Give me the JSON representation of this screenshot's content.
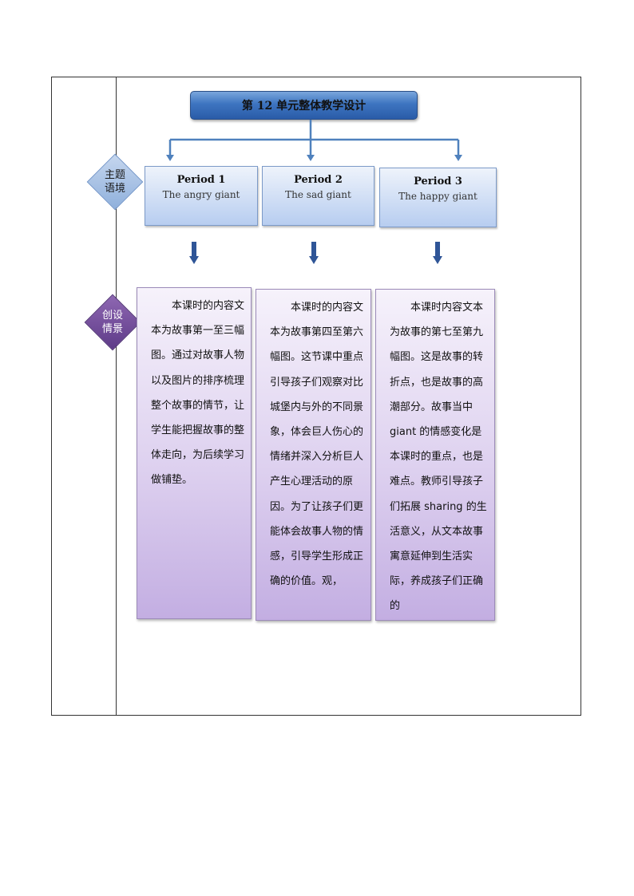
{
  "title": "第 12 单元整体教学设计",
  "labels": {
    "theme": "主题\n语境",
    "scenario": "创设\n情景"
  },
  "periods": [
    {
      "title": "Period 1",
      "subtitle": "The angry giant"
    },
    {
      "title": "Period 2",
      "subtitle": "The sad giant"
    },
    {
      "title": "Period 3",
      "subtitle": "The happy giant"
    }
  ],
  "contents": [
    "本课时的内容文本为故事第一至三幅图。通过对故事人物以及图片的排序梳理整个故事的情节，让学生能把握故事的整体走向，为后续学习做铺垫。",
    "本课时的内容文本为故事第四至第六幅图。这节课中重点引导孩子们观察对比城堡内与外的不同景象，体会巨人伤心的情绪并深入分析巨人产生心理活动的原因。为了让孩子们更能体会故事人物的情感，引导学生形成正确的价值。观，",
    "本课时内容文本为故事的第七至第九幅图。这是故事的转折点，也是故事的高潮部分。故事当中giant 的情感变化是本课时的重点，也是难点。教师引导孩子们拓展 sharing 的生活意义，从文本故事寓意延伸到生活实际，养成孩子们正确的"
  ],
  "colors": {
    "title_fill": "#3d74c0",
    "period_fill": "#b7cdf0",
    "content_fill": "#ddd0ef",
    "connector": "#4f81bd",
    "down_arrow": "#2f5597"
  }
}
